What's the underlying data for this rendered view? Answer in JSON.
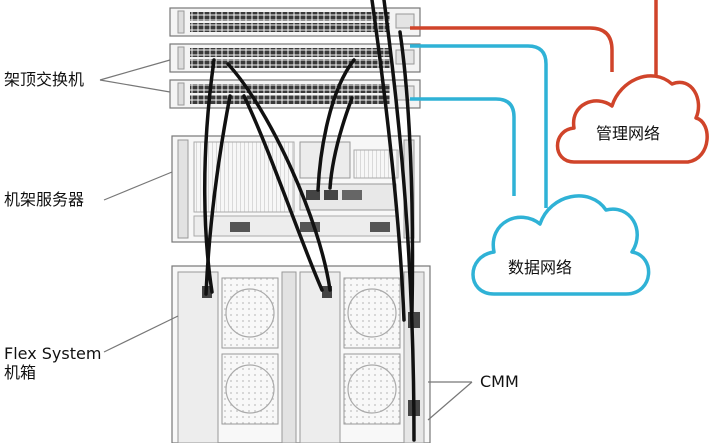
{
  "labels": {
    "switches": "架顶交换机",
    "servers": "机架服务器",
    "chassis_line1": "Flex System",
    "chassis_line2": "机箱",
    "cmm": "CMM"
  },
  "clouds": {
    "management": "管理网络",
    "data": "数据网络"
  },
  "colors": {
    "management_network": "#d0442a",
    "data_network": "#2fb2d6",
    "cable": "#111111",
    "equipment_stroke": "#777777"
  }
}
